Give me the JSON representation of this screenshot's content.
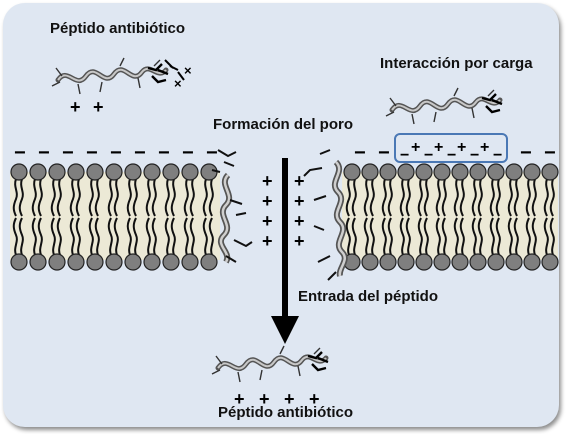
{
  "labels": {
    "top_left": "Péptido antibiótico",
    "top_right": "Interacción por carga",
    "pore": "Formación del poro",
    "entry": "Entrada del péptido",
    "bottom": "Péptido antibiótico"
  },
  "colors": {
    "background": "#dfe7f2",
    "bilayer_core": "#ece9d6",
    "lipid_head": "#7f7f7f",
    "lipid_tail": "#111111",
    "highlight_box": "#4a78b5",
    "arrow": "#000000"
  },
  "symbols": {
    "plus": "+",
    "minus": "−"
  }
}
